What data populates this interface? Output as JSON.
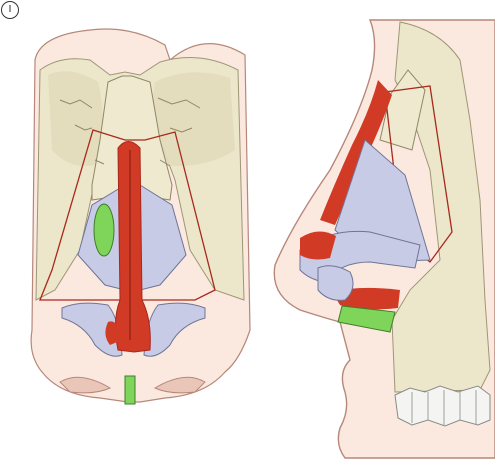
{
  "panel": {
    "label": "I"
  },
  "colors": {
    "skin": "#fbe9df",
    "skin_outline": "#b6877a",
    "bone": "#ece7cb",
    "bone_dark": "#c9c09a",
    "cartilage": "#c8cbe6",
    "cartilage_outline": "#6f7497",
    "highlight_red": "#d13a24",
    "outline_red": "#a9281c",
    "graft_green": "#7fd55a",
    "teeth": "#f4f4f2"
  },
  "views": [
    "frontal-view",
    "lateral-view"
  ]
}
